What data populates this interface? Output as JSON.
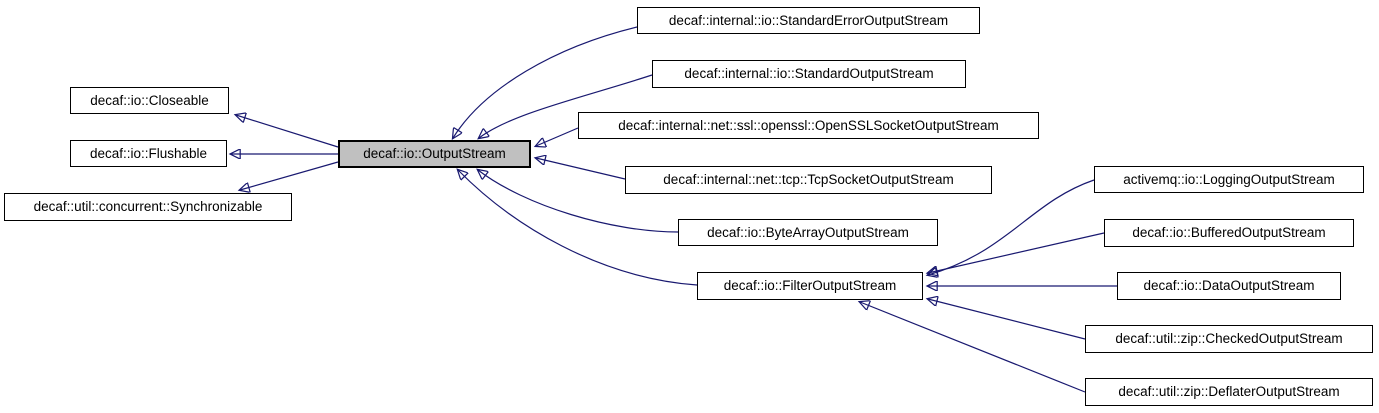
{
  "diagram": {
    "type": "class-inheritance-graph",
    "colors": {
      "edge": "#191970",
      "node_fill": "#ffffff",
      "node_border": "#000000",
      "selected_node_fill": "#c0c0c0",
      "text": "#000000",
      "background": "#ffffff"
    },
    "nodes": {
      "closeable": {
        "label": "decaf::io::Closeable"
      },
      "flushable": {
        "label": "decaf::io::Flushable"
      },
      "synchronizable": {
        "label": "decaf::util::concurrent::Synchronizable"
      },
      "outputstream": {
        "label": "decaf::io::OutputStream",
        "selected": "true"
      },
      "stderrstream": {
        "label": "decaf::internal::io::StandardErrorOutputStream"
      },
      "stdoutstream": {
        "label": "decaf::internal::io::StandardOutputStream"
      },
      "openssl": {
        "label": "decaf::internal::net::ssl::openssl::OpenSSLSocketOutputStream"
      },
      "tcpsocket": {
        "label": "decaf::internal::net::tcp::TcpSocketOutputStream"
      },
      "bytearray": {
        "label": "decaf::io::ByteArrayOutputStream"
      },
      "filter": {
        "label": "decaf::io::FilterOutputStream"
      },
      "logging": {
        "label": "activemq::io::LoggingOutputStream"
      },
      "buffered": {
        "label": "decaf::io::BufferedOutputStream"
      },
      "datastream": {
        "label": "decaf::io::DataOutputStream"
      },
      "checked": {
        "label": "decaf::util::zip::CheckedOutputStream"
      },
      "deflater": {
        "label": "decaf::util::zip::DeflaterOutputStream"
      }
    },
    "edges": [
      {
        "from": "outputstream",
        "to": "closeable"
      },
      {
        "from": "outputstream",
        "to": "flushable"
      },
      {
        "from": "outputstream",
        "to": "synchronizable"
      },
      {
        "from": "stderrstream",
        "to": "outputstream"
      },
      {
        "from": "stdoutstream",
        "to": "outputstream"
      },
      {
        "from": "openssl",
        "to": "outputstream"
      },
      {
        "from": "tcpsocket",
        "to": "outputstream"
      },
      {
        "from": "bytearray",
        "to": "outputstream"
      },
      {
        "from": "filter",
        "to": "outputstream"
      },
      {
        "from": "logging",
        "to": "filter"
      },
      {
        "from": "buffered",
        "to": "filter"
      },
      {
        "from": "datastream",
        "to": "filter"
      },
      {
        "from": "checked",
        "to": "filter"
      },
      {
        "from": "deflater",
        "to": "filter"
      }
    ]
  }
}
